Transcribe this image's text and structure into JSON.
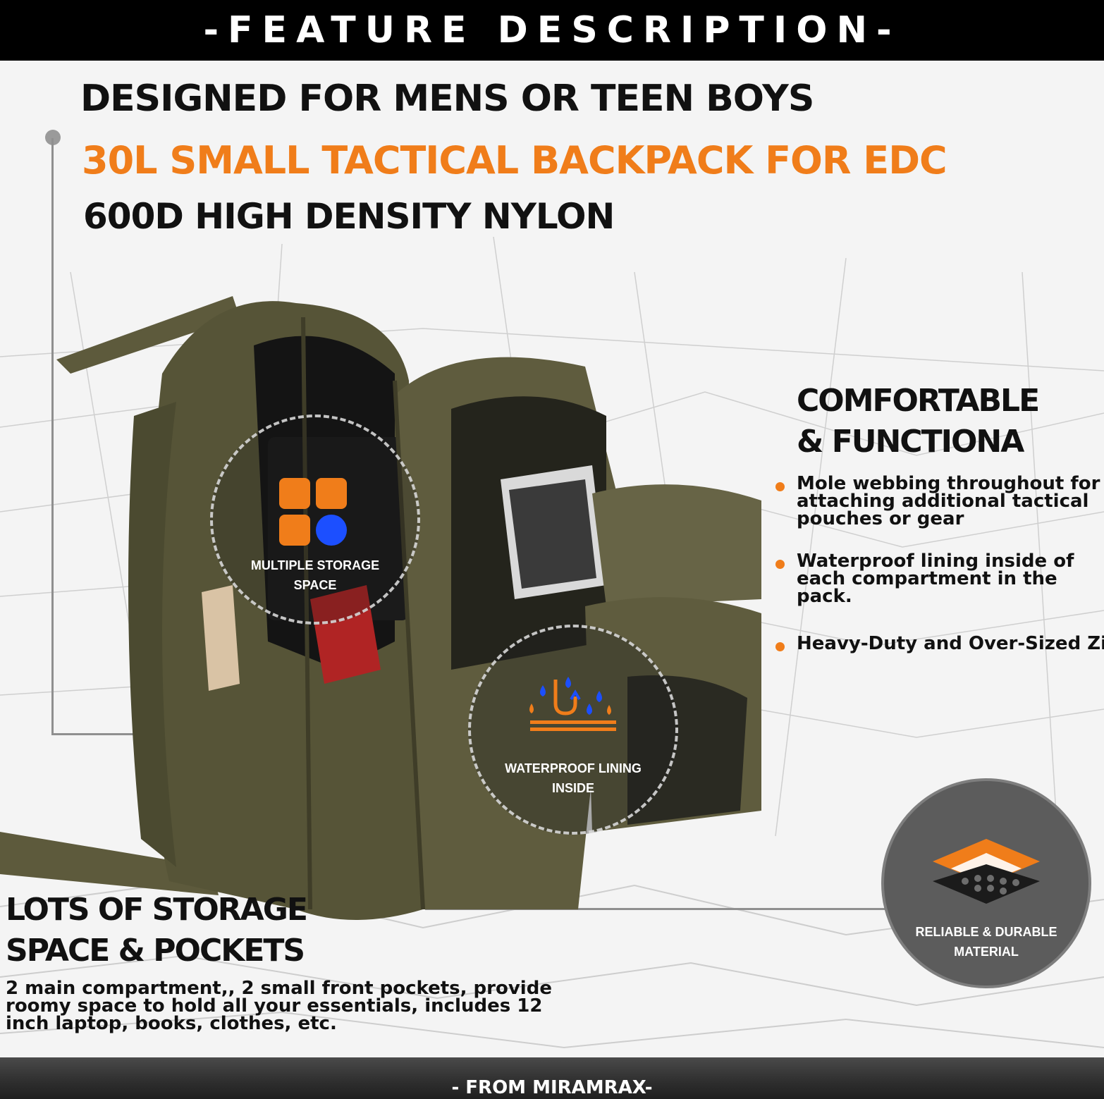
{
  "header": {
    "title": "-FEATURE DESCRIPTION-"
  },
  "headlines": {
    "line1": "DESIGNED FOR MENS OR TEEN BOYS",
    "line2": "30L SMALL TACTICAL BACKPACK FOR EDC",
    "line3": "600D HIGH DENSITY NYLON"
  },
  "callouts": {
    "storage": {
      "line1": "MULTIPLE STORAGE",
      "line2": "SPACE",
      "icon": "grid-squares-icon"
    },
    "waterproof": {
      "line1": "WATERPROOF LINING",
      "line2": "INSIDE",
      "icon": "water-drops-icon"
    },
    "material": {
      "line1": "RELIABLE & DURABLE",
      "line2": "MATERIAL",
      "icon": "layered-material-icon"
    }
  },
  "comfort": {
    "title_line1": "COMFORTABLE",
    "title_line2": "& FUNCTIONA",
    "bullets": [
      "Mole webbing throughout for attaching additional tactical pouches or gear",
      " Waterproof lining inside of each compartment in the pack.",
      "Heavy-Duty and Over-Sized Zipper"
    ]
  },
  "storage_section": {
    "title_line1": "LOTS OF STORAGE",
    "title_line2": "SPACE & POCKETS",
    "description": " 2 main compartment,, 2 small front pockets, provide roomy space to hold all your essentials, includes 12 inch laptop, books, clothes, etc."
  },
  "footer": {
    "text": "- FROM MIRAMRAX-"
  },
  "colors": {
    "accent": "#f07d1a",
    "blue": "#1c4fff",
    "olive": "#5a5a3a",
    "dark": "#111111"
  }
}
